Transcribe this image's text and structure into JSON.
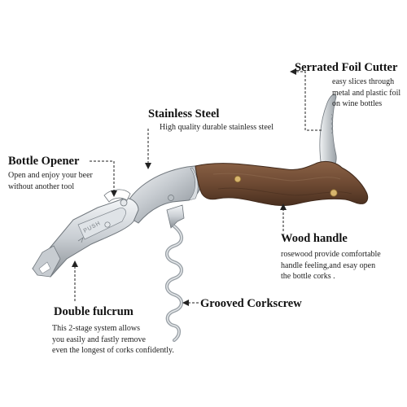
{
  "labels": {
    "serrated_foil_cutter": {
      "title": "Serrated Foil Cutter",
      "desc": "easy slices through\nmetal and plastic foil\non wine bottles"
    },
    "stainless_steel": {
      "title": "Stainless Steel",
      "desc": "High quality durable stainless steel"
    },
    "bottle_opener": {
      "title": "Bottle Opener",
      "desc": "Open and enjoy your beer\nwithout another tool"
    },
    "wood_handle": {
      "title": "Wood handle",
      "desc": "rosewood provide comfortable\nhandle feeling,and esay open\nthe bottle corks ."
    },
    "double_fulcrum": {
      "title": "Double fulcrum",
      "desc": "This 2-stage system allows\nyou easily and fastly remove\neven the longest of corks confidently."
    },
    "grooved_corkscrew": {
      "title": "Grooved Corkscrew"
    }
  },
  "product": {
    "engraving": "PUSH"
  },
  "colors": {
    "steel_light": "#e9ecef",
    "steel_dark": "#8a9096",
    "wood": "#6e4a33",
    "wood_dark": "#4a2f1f",
    "rivet": "#d7b56d",
    "leader": "#222222"
  }
}
